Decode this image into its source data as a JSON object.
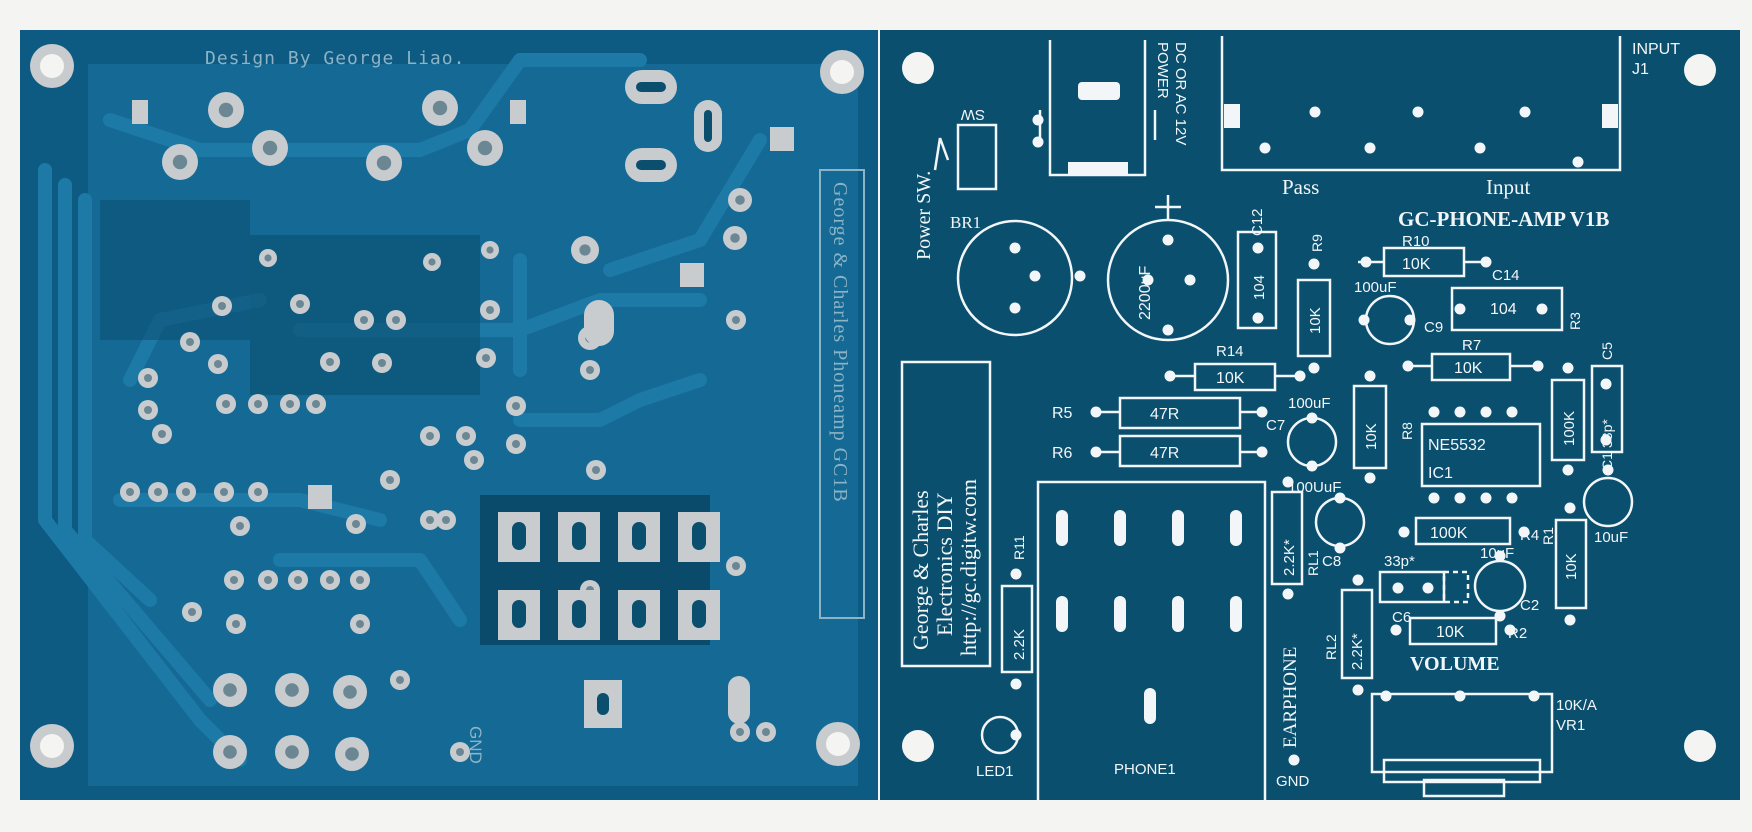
{
  "colors": {
    "background": "#f4f4f2",
    "board_bottom": "#0d5a82",
    "board_bottom_trace": "#1d79a6",
    "board_top": "#0a4f6e",
    "silkscreen": "#f2f6f8",
    "pad": "#c9ccce"
  },
  "bottom_board": {
    "credit": "Design By George Liao.",
    "side_title": "George & Charles Phoneamp GC1B",
    "gnd": "GND"
  },
  "top_board": {
    "power": {
      "line1": "POWER",
      "line2": "DC OR AC 12V"
    },
    "sw": "SW",
    "power_sw": "Power SW.",
    "br1": "BR1",
    "cap_2200": "2200uF",
    "c12": "C12",
    "c12_val": "104",
    "r9": "R9",
    "r9_val": "10K",
    "input_top": "INPUT",
    "j1": "J1",
    "pass": "Pass",
    "input": "Input",
    "model": "GC-PHONE-AMP V1B",
    "r10": "R10",
    "r10_val": "10K",
    "c14": "C14",
    "c14_val": "104",
    "r3": "R3",
    "cap_100uf_a": "100uF",
    "c9": "C9",
    "r7": "R7",
    "r7_val": "10K",
    "c5": "C5",
    "c5_val": "33p*",
    "r14": "R14",
    "r14_val": "10K",
    "r5": "R5",
    "r5_val": "47R",
    "r6": "R6",
    "r6_val": "47R",
    "cap_100uf_b": "100uF",
    "c7": "C7",
    "r8": "R8",
    "r8_val": "10K",
    "ic_part": "NE5532",
    "ic1": "IC1",
    "r100k_side": "100K",
    "c1": "C1",
    "cap_10uf_a": "10uF",
    "brand": {
      "line1": "George & Charles",
      "line2": "Electronics DIY",
      "line3": "http://gc.digitw.com"
    },
    "r11": "R11",
    "r11_val": "2.2K",
    "cap_100uuf": "100UuF",
    "rl1_val": "2.2K*",
    "rl1": "RL1",
    "c8": "C8",
    "r4_val": "100K",
    "r4": "R4",
    "r1": "R1",
    "r1_val": "10K",
    "c6_val": "33p*",
    "c6": "C6",
    "cap_10uf_b": "10uF",
    "c2": "C2",
    "r2_val": "10K",
    "r2": "R2",
    "earphone": "EARPHONE",
    "rl2": "RL2",
    "rl2_val": "2.2K*",
    "volume": "VOLUME",
    "vr_val": "10K/A",
    "vr1": "VR1",
    "led1": "LED1",
    "phone1": "PHONE1",
    "gnd": "GND"
  }
}
